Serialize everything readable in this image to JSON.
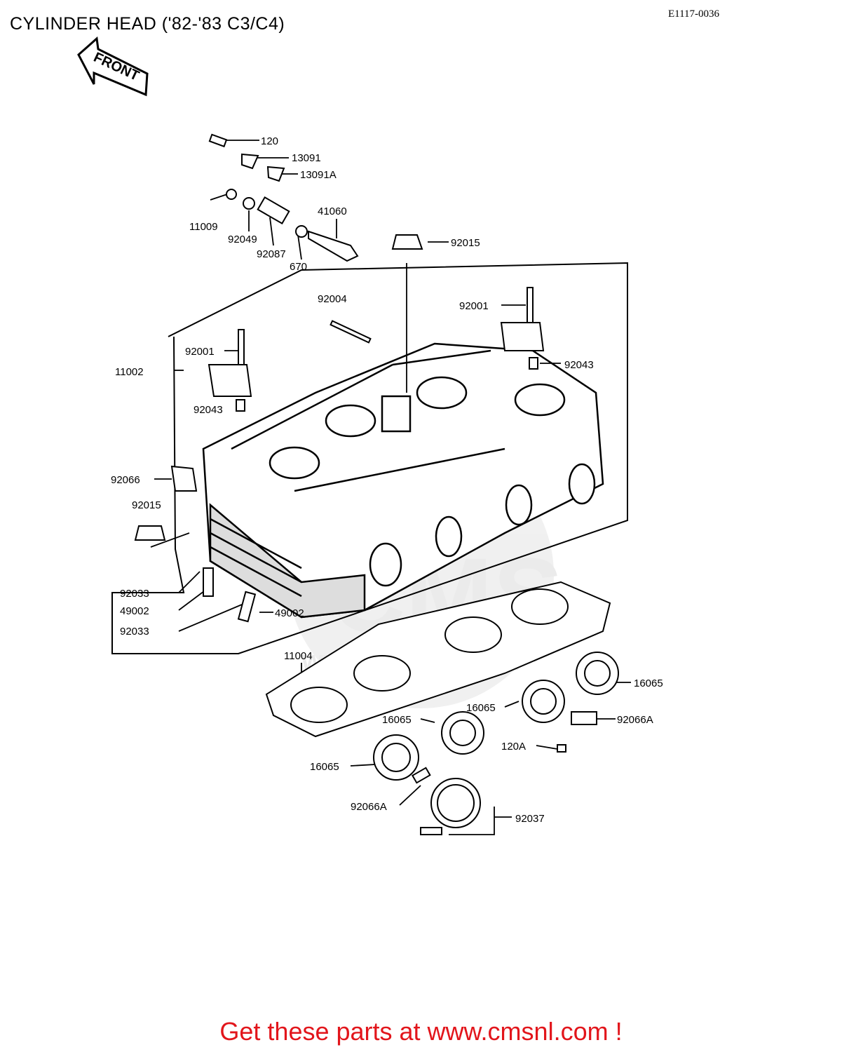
{
  "page": {
    "title": "CYLINDER HEAD ('82-'83 C3/C4)",
    "drawing_code": "E1117-0036",
    "front_label": "FRONT",
    "promo_text": "Get these parts at www.cmsnl.com !",
    "watermark_text": "CMS",
    "watermark_url": "www.cmsnl.com",
    "promo_color": "#e2151b"
  },
  "parts": [
    {
      "id": "p120",
      "label": "120"
    },
    {
      "id": "p13091",
      "label": "13091"
    },
    {
      "id": "p13091a",
      "label": "13091A"
    },
    {
      "id": "p11009",
      "label": "11009"
    },
    {
      "id": "p92049",
      "label": "92049"
    },
    {
      "id": "p92087",
      "label": "92087"
    },
    {
      "id": "p670",
      "label": "670"
    },
    {
      "id": "p41060",
      "label": "41060"
    },
    {
      "id": "p92015a",
      "label": "92015"
    },
    {
      "id": "p92004",
      "label": "92004"
    },
    {
      "id": "p92001a",
      "label": "92001"
    },
    {
      "id": "p92043a",
      "label": "92043"
    },
    {
      "id": "p11002",
      "label": "11002"
    },
    {
      "id": "p92001b",
      "label": "92001"
    },
    {
      "id": "p92043b",
      "label": "92043"
    },
    {
      "id": "p92066",
      "label": "92066"
    },
    {
      "id": "p92015b",
      "label": "92015"
    },
    {
      "id": "p92033a",
      "label": "92033"
    },
    {
      "id": "p49002a",
      "label": "49002"
    },
    {
      "id": "p92033b",
      "label": "92033"
    },
    {
      "id": "p49002b",
      "label": "49002"
    },
    {
      "id": "p11004",
      "label": "11004"
    },
    {
      "id": "p16065a",
      "label": "16065"
    },
    {
      "id": "p16065b",
      "label": "16065"
    },
    {
      "id": "p16065c",
      "label": "16065"
    },
    {
      "id": "p16065d",
      "label": "16065"
    },
    {
      "id": "p92066a1",
      "label": "92066A"
    },
    {
      "id": "p120a",
      "label": "120A"
    },
    {
      "id": "p92066a2",
      "label": "92066A"
    },
    {
      "id": "p92037",
      "label": "92037"
    }
  ]
}
